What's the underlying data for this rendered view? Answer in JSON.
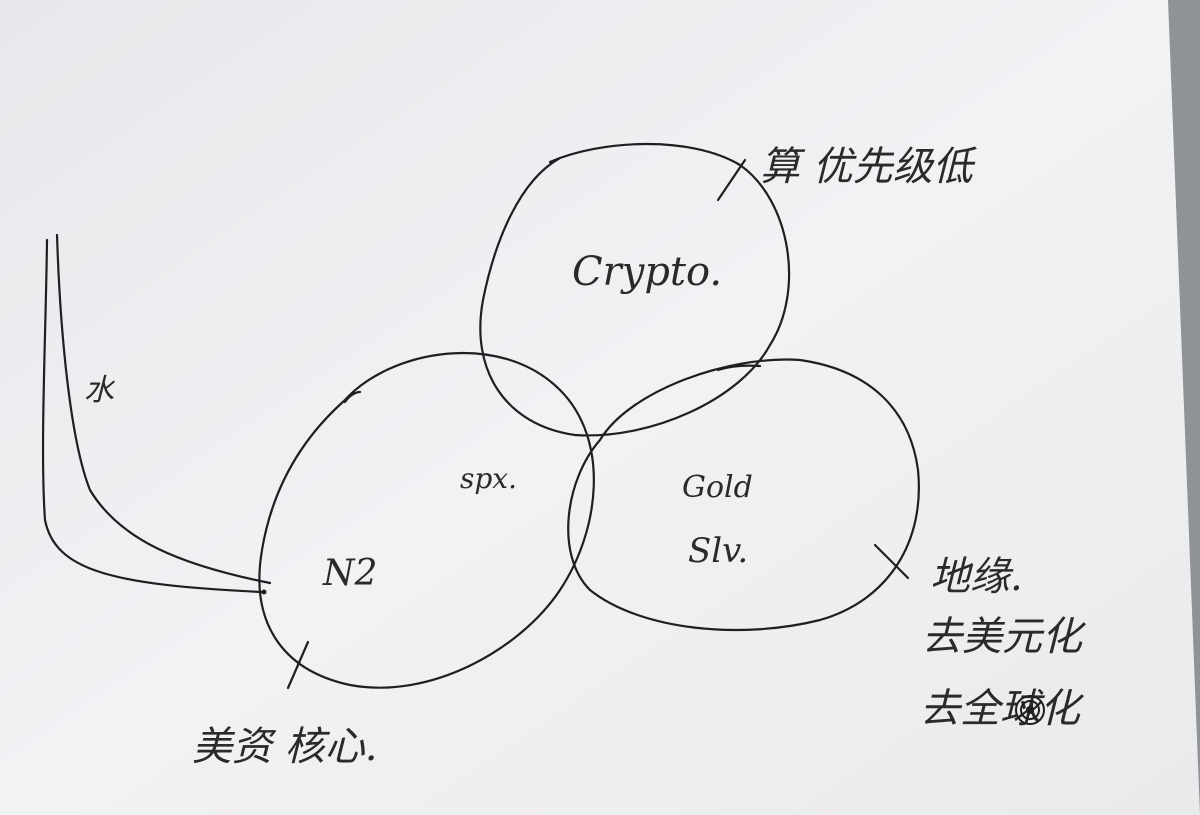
{
  "sketch": {
    "circles": {
      "crypto": {
        "label": "Crypto."
      },
      "spx": {
        "label": "spx."
      },
      "n2": {
        "label": "N2"
      },
      "gold": {
        "label": "Gold",
        "sublabel": "Slv."
      }
    },
    "annotations": {
      "top_right": "算 优先级低",
      "left_stem": "水",
      "bottom_left": "美资 核心.",
      "right_lines": [
        "地缘.",
        "去美元化",
        "去全球化"
      ]
    },
    "colors": {
      "paper": "#f1f2f4",
      "ink": "#1f1f22",
      "shadow": "#8f9296"
    }
  }
}
